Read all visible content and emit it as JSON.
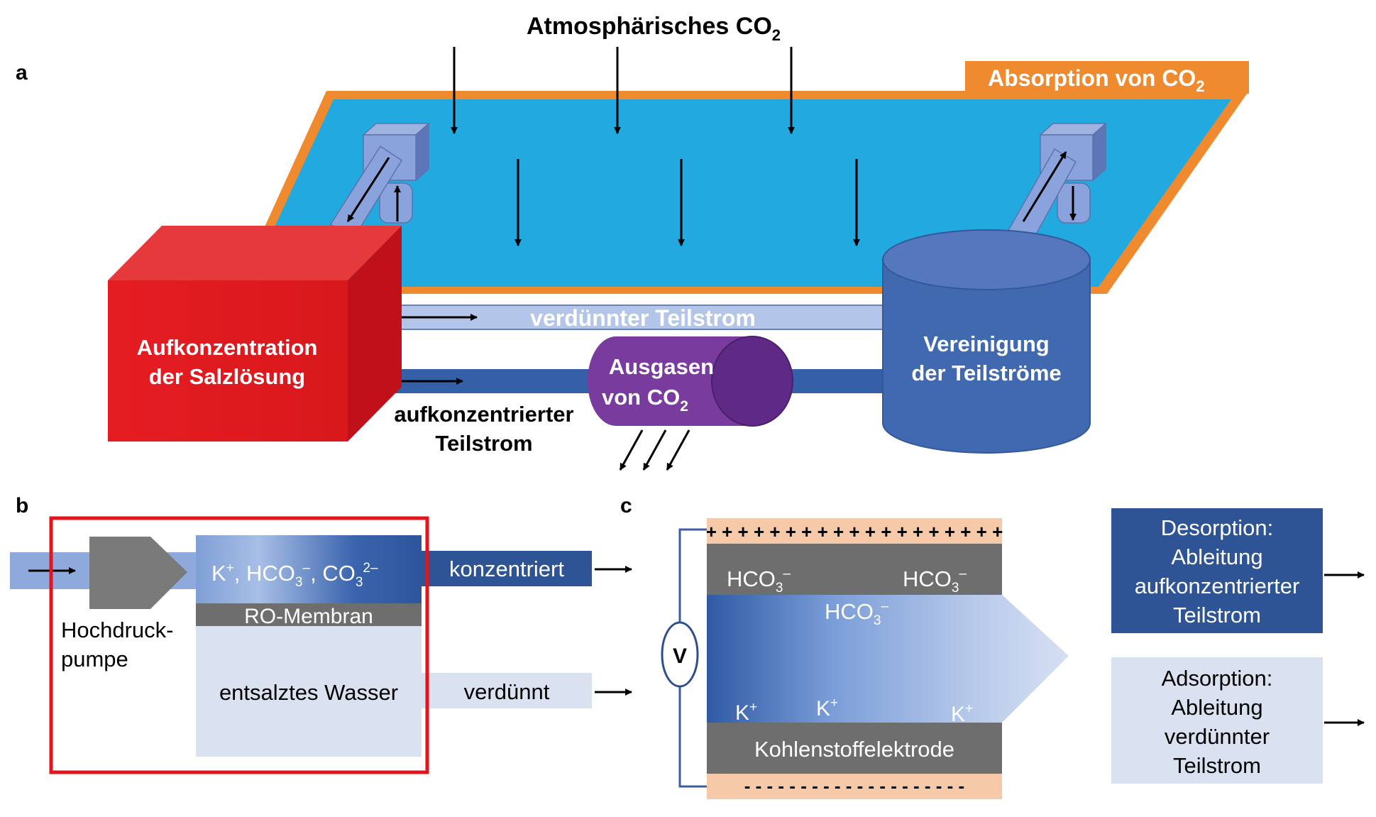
{
  "panels": {
    "a": {
      "label": "a",
      "atmospheric_co2": {
        "main": "Atmosphärisches CO",
        "sub": "2"
      },
      "absorption": {
        "main": "Absorption von CO",
        "sub": "2"
      },
      "concentration_box": [
        "Aufkonzentration",
        "der Salzlösung"
      ],
      "diluted_stream": "verdünnter Teilstrom",
      "concentrated_stream": [
        "aufkonzentrierter",
        "Teilstrom"
      ],
      "outgassing": {
        "line1": "Ausgasen",
        "line2_main": "von CO",
        "line2_sub": "2"
      },
      "merge_tank": [
        "Vereinigung",
        "der Teilströme"
      ]
    },
    "b": {
      "label": "b",
      "pump_label": [
        "Hochdruck-",
        "pumpe"
      ],
      "ions": {
        "k": "K",
        "k_sup": "+",
        "hco": "HCO",
        "hco_sub": "3",
        "hco_sup": "–",
        "co": "CO",
        "co_sub": "3",
        "co_sup": "2–"
      },
      "membrane": "RO-Membran",
      "desalinated": "entsalztes Wasser",
      "concentrated": "konzentriert",
      "diluted": "verdünnt"
    },
    "c": {
      "label": "c",
      "plus_signs": "+ + + + + + + + + + + + + + + + + + +",
      "minus_signs": "- - - - - - - - - - - - - - - - - - - -",
      "voltmeter": "V",
      "bicarbonate": {
        "main": "HCO",
        "sub": "3",
        "sup": "–"
      },
      "potassium": {
        "main": "K",
        "sup": "+"
      },
      "electrode": "Kohlenstoffelektrode",
      "desorption": [
        "Desorption:",
        "Ableitung",
        "aufkonzentrierter",
        "Teilstrom"
      ],
      "adsorption": [
        "Adsorption:",
        "Ableitung",
        "verdünnter",
        "Teilstrom"
      ]
    }
  },
  "colors": {
    "water_blue": "#21a9e0",
    "orange": "#f08a2e",
    "red_box": "#d9181c",
    "pipe_light": "#b3c5e8",
    "pipe_dark": "#3560a8",
    "tank_blue": "#4169b0",
    "purple": "#7a3b9e",
    "dark_navy": "#2e5496",
    "light_lavender": "#dae2f1",
    "grey": "#6e6e6e",
    "peach": "#f6c9a8",
    "frame_red": "#e3141c"
  }
}
